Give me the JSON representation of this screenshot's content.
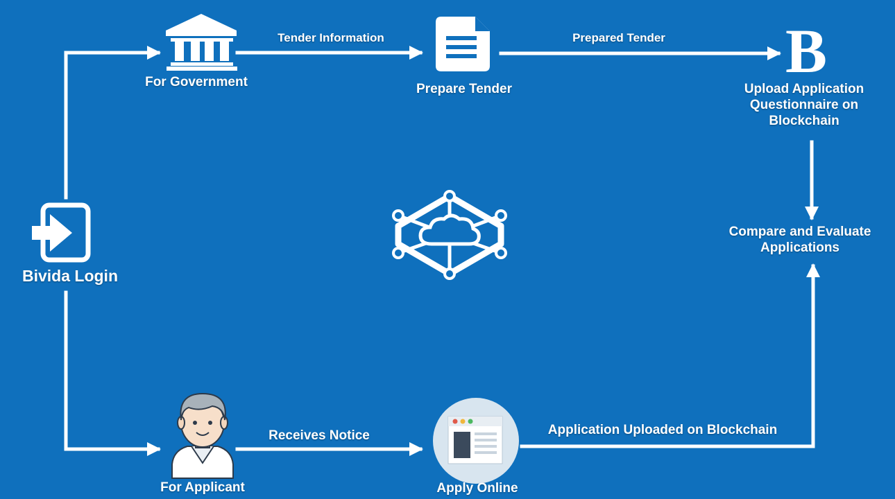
{
  "colors": {
    "background": "#0f70bd",
    "foreground": "#ffffff"
  },
  "nodes": {
    "login": {
      "label": "Bivida Login",
      "icon": "login-icon"
    },
    "government": {
      "label": "For Government",
      "icon": "bank-icon"
    },
    "prepare": {
      "label": "Prepare Tender",
      "icon": "document-icon"
    },
    "upload": {
      "label_lines": [
        "Upload Application",
        "Questionnaire on",
        "Blockchain"
      ],
      "icon": "bivida-b-logo-icon",
      "icon_text": "B"
    },
    "compare": {
      "label_lines": [
        "Compare and Evaluate",
        "Applications"
      ]
    },
    "applicant": {
      "label": "For Applicant",
      "icon": "user-avatar-icon"
    },
    "apply": {
      "label": "Apply Online",
      "icon": "browser-window-icon"
    },
    "network": {
      "icon": "blockchain-network-icon"
    }
  },
  "edges": {
    "tender_information": "Tender Information",
    "prepared_tender": "Prepared Tender",
    "receives_notice": "Receives Notice",
    "application_uploaded": "Application Uploaded on Blockchain"
  }
}
